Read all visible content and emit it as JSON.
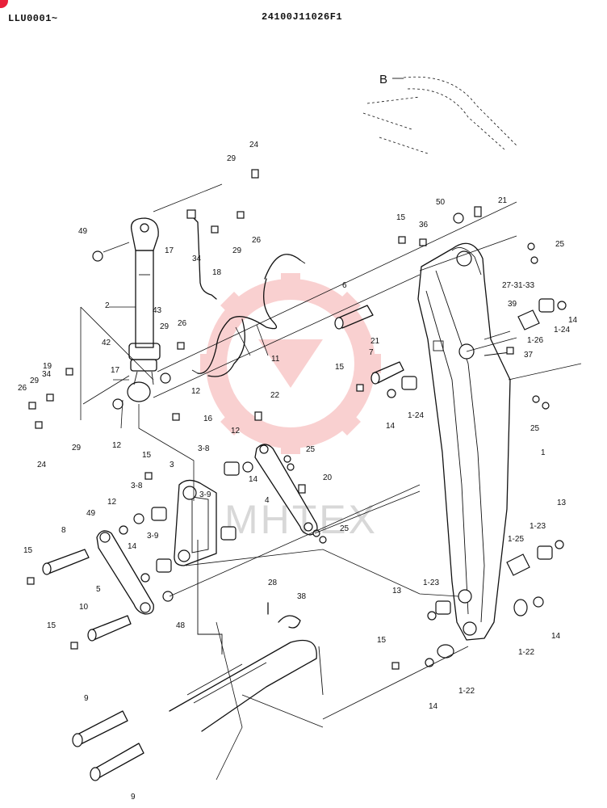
{
  "header": {
    "left_code": "LLU0001~",
    "center_code": "24100J11026F1"
  },
  "view_label": "B",
  "watermark": "MHTEX",
  "labels": {
    "l24a": "24",
    "l29a": "29",
    "l49a": "49",
    "l17a": "17",
    "l18": "18",
    "l34a": "34",
    "l29b": "29",
    "l26a": "26",
    "l2": "2",
    "l43": "43",
    "l42": "42",
    "l29c": "29",
    "l26b": "26",
    "l19": "19",
    "l17b": "17",
    "l29d": "29",
    "l34b": "34",
    "l26c": "26",
    "l12a": "12",
    "l16": "16",
    "l29e": "29",
    "l24b": "24",
    "l12b": "12",
    "l11": "11",
    "l6": "6",
    "l21a": "21",
    "l15a": "15",
    "l22": "22",
    "l50": "50",
    "l21b": "21",
    "l15b": "15",
    "l36": "36",
    "l25a": "25",
    "l27": "27-31-33",
    "l39": "39",
    "l14a": "14",
    "l1_24a": "1-24",
    "l1_26": "1-26",
    "l37": "37",
    "l7": "7",
    "l14b": "14",
    "l1_24b": "1-24",
    "l25b": "25",
    "l3_8a": "3-8",
    "l12c": "12",
    "l25c": "25",
    "l15c": "15",
    "l3": "3",
    "l20": "20",
    "l3_8b": "3-8",
    "l3_9a": "3-9",
    "l14c": "14",
    "l4": "4",
    "l25d": "25",
    "l12d": "12",
    "l49b": "49",
    "l8": "8",
    "l3_9b": "3-9",
    "l15d": "15",
    "l14d": "14",
    "l5": "5",
    "l1": "1",
    "l13a": "13",
    "l1_23a": "1-23",
    "l1_25": "1-25",
    "l28": "28",
    "l38": "38",
    "l10": "10",
    "l48": "48",
    "l15e": "15",
    "l13b": "13",
    "l1_23b": "1-23",
    "l14e": "14",
    "l1_22a": "1-22",
    "l15f": "15",
    "l1_22b": "1-22",
    "l14f": "14",
    "l9a": "9",
    "l9b": "9"
  }
}
